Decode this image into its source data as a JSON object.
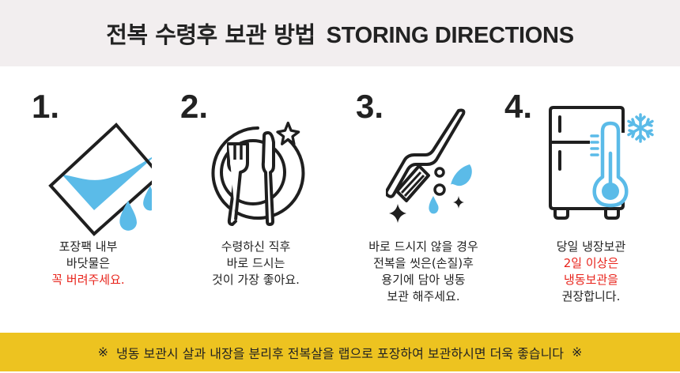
{
  "header": {
    "title_ko": "전복 수령후 보관 방법",
    "title_en": "STORING DIRECTIONS"
  },
  "colors": {
    "header_bg": "#f2eeef",
    "banner_bg": "#edc320",
    "accent_blue": "#5bbbe8",
    "highlight_red": "#e8231b",
    "text": "#222222"
  },
  "steps": [
    {
      "number": "1.",
      "icon": "pour-water-icon",
      "lines": [
        {
          "text": "포장팩 내부",
          "highlight": false
        },
        {
          "text": "바닷물은",
          "highlight": false
        },
        {
          "text": "꼭 버려주세요.",
          "highlight": true
        }
      ]
    },
    {
      "number": "2.",
      "icon": "plate-fork-knife-icon",
      "lines": [
        {
          "text": "수령하신 직후",
          "highlight": false
        },
        {
          "text": "바로 드시는",
          "highlight": false
        },
        {
          "text": "것이 가장 좋아요.",
          "highlight": false
        }
      ]
    },
    {
      "number": "3.",
      "icon": "cleaning-brush-icon",
      "lines": [
        {
          "text": "바로 드시지 않을 경우",
          "highlight": false
        },
        {
          "text": "전복을 씻은(손질)후",
          "highlight": false
        },
        {
          "text": "용기에 담아 냉동",
          "highlight": false
        },
        {
          "text": "보관 해주세요.",
          "highlight": false
        }
      ]
    },
    {
      "number": "4.",
      "icon": "fridge-thermometer-icon",
      "lines": [
        {
          "text": "당일 냉장보관",
          "highlight": false
        },
        {
          "text": "2일 이상은",
          "highlight": true
        },
        {
          "text": "냉동보관을",
          "highlight": true
        },
        {
          "text": "권장합니다.",
          "highlight": false
        }
      ]
    }
  ],
  "banner": {
    "mark": "※",
    "text": "냉동 보관시 살과 내장을 분리후 전복살을 랩으로 포장하여 보관하시면 더욱 좋습니다"
  }
}
